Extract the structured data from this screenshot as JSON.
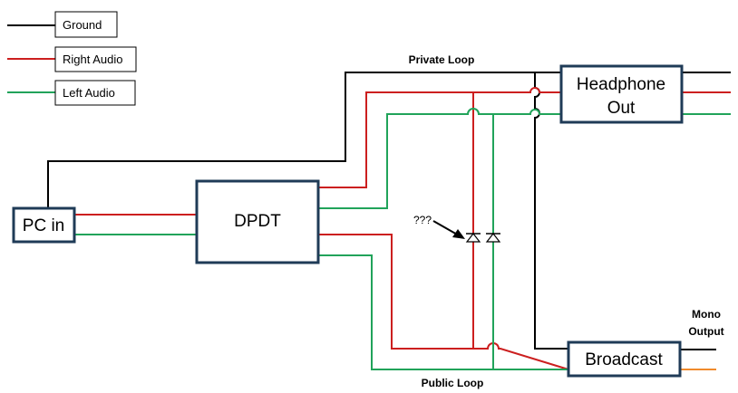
{
  "legend": {
    "ground": "Ground",
    "right_audio": "Right Audio",
    "left_audio": "Left Audio"
  },
  "blocks": {
    "pc_in": "PC in",
    "dpdt": "DPDT",
    "headphone_line1": "Headphone",
    "headphone_line2": "Out",
    "broadcast": "Broadcast"
  },
  "labels": {
    "private_loop": "Private Loop",
    "public_loop": "Public Loop",
    "mono_line1": "Mono",
    "mono_line2": "Output",
    "question": "???"
  },
  "colors": {
    "ground": "#000000",
    "right_audio": "#cc1f1f",
    "left_audio": "#21a35a",
    "mono_output": "#f08a2c",
    "block_border": "#1f3b57"
  }
}
